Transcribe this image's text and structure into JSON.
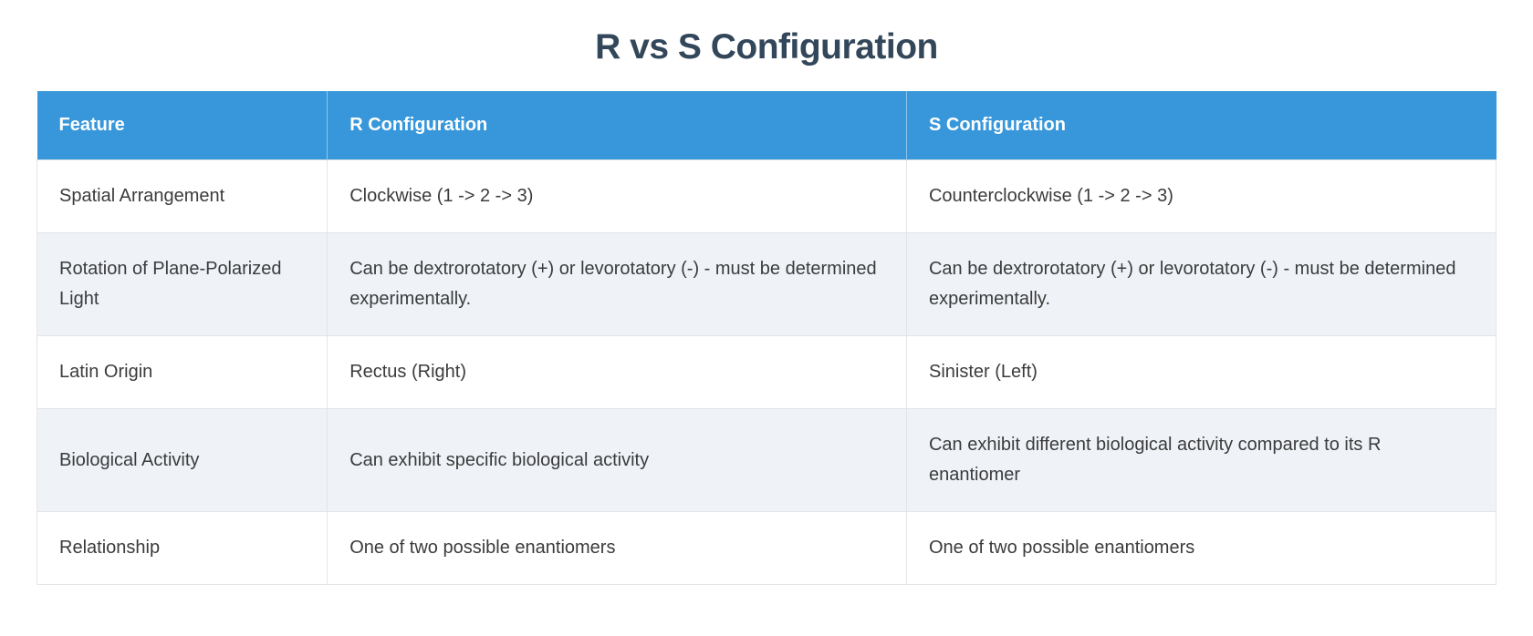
{
  "page": {
    "title": "R vs S Configuration"
  },
  "table": {
    "columns": [
      "Feature",
      "R Configuration",
      "S Configuration"
    ],
    "rows": [
      [
        "Spatial Arrangement",
        "Clockwise (1 -> 2 -> 3)",
        "Counterclockwise (1 -> 2 -> 3)"
      ],
      [
        "Rotation of Plane-Polarized Light",
        "Can be dextrorotatory (+) or levorotatory (-) - must be determined experimentally.",
        "Can be dextrorotatory (+) or levorotatory (-) - must be determined experimentally."
      ],
      [
        "Latin Origin",
        "Rectus (Right)",
        "Sinister (Left)"
      ],
      [
        "Biological Activity",
        "Can exhibit specific biological activity",
        "Can exhibit different biological activity compared to its R enantiomer"
      ],
      [
        "Relationship",
        "One of two possible enantiomers",
        "One of two possible enantiomers"
      ]
    ]
  },
  "colors": {
    "header_bg": "#3797da",
    "header_text": "#ffffff",
    "stripe_bg": "#eff3f8",
    "row_bg": "#ffffff",
    "border": "#e2e4e6",
    "title_text": "#33475b",
    "body_text": "#3b3b3b"
  }
}
